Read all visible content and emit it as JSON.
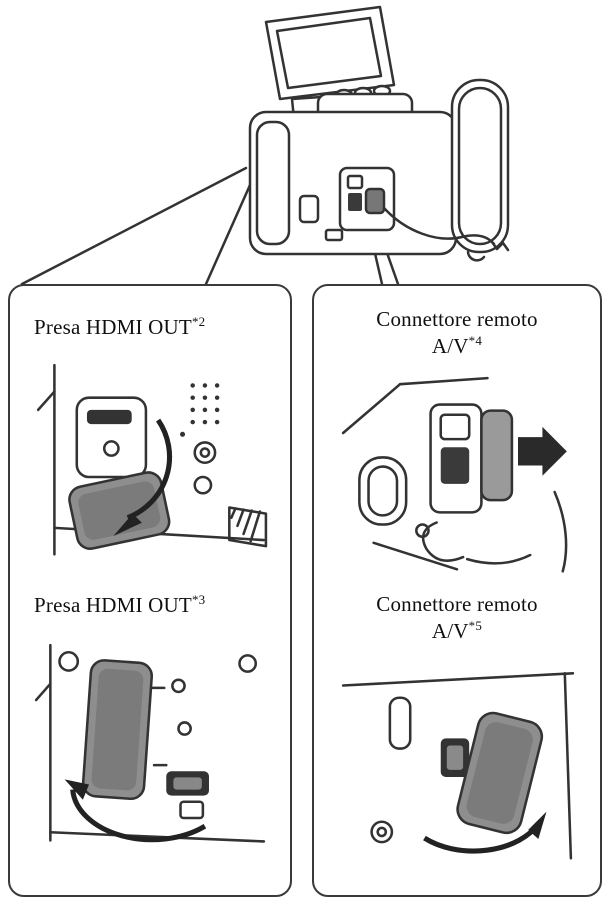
{
  "colors": {
    "line": "#333333",
    "flap_gray": "#8e8e8e",
    "arrow": "#222222",
    "panel_border": "#3a3a3a"
  },
  "icons": {
    "camcorder": "camcorder-line-art",
    "left_top": "hdmi-out-flap-open-down-illustration",
    "left_bottom": "hdmi-out-flap-open-side-illustration",
    "right_top": "av-remote-connector-slide-illustration",
    "right_bottom": "av-remote-connector-flap-open-illustration"
  },
  "panels": {
    "left": {
      "sections": [
        {
          "label": "Presa HDMI OUT",
          "sup": "*2"
        },
        {
          "label": "Presa HDMI OUT",
          "sup": "*3"
        }
      ]
    },
    "right": {
      "sections": [
        {
          "line1": "Connettore remoto",
          "line2": "A/V",
          "sup": "*4"
        },
        {
          "line1": "Connettore remoto",
          "line2": "A/V",
          "sup": "*5"
        }
      ]
    }
  }
}
